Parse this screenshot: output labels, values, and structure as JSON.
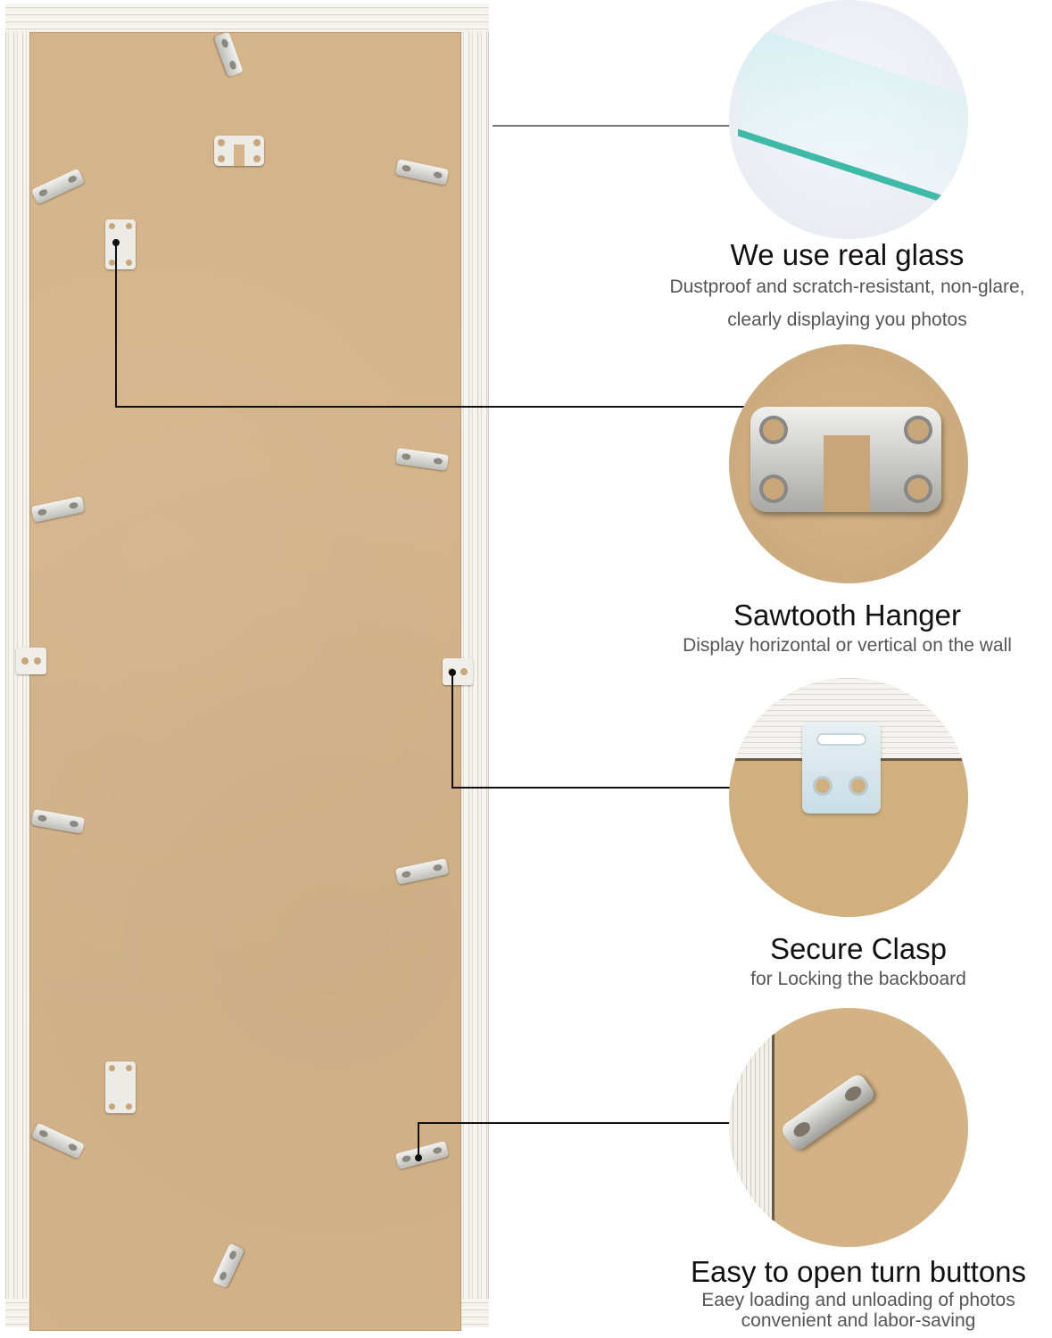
{
  "features": [
    {
      "title": "We use real glass",
      "subtitle_lines": [
        "Dustproof and scratch-resistant, non-glare,",
        "clearly displaying you photos"
      ],
      "icon": "glass-pane-closeup"
    },
    {
      "title": "Sawtooth Hanger",
      "subtitle_lines": [
        "Display horizontal or vertical on the wall"
      ],
      "icon": "sawtooth-hanger-closeup"
    },
    {
      "title": "Secure Clasp",
      "subtitle_lines": [
        "for Locking the backboard"
      ],
      "icon": "clasp-closeup"
    },
    {
      "title": "Easy to open turn buttons",
      "subtitle_lines": [
        "Eaey loading and unloading of photos",
        "convenient and labor-saving"
      ],
      "icon": "turn-button-closeup"
    }
  ],
  "colors": {
    "backboard": "#d4b48a",
    "frame": "#f1efe9",
    "glass_edge": "#3fb9a8",
    "title_text": "#111111",
    "subtitle_text": "#555555"
  }
}
